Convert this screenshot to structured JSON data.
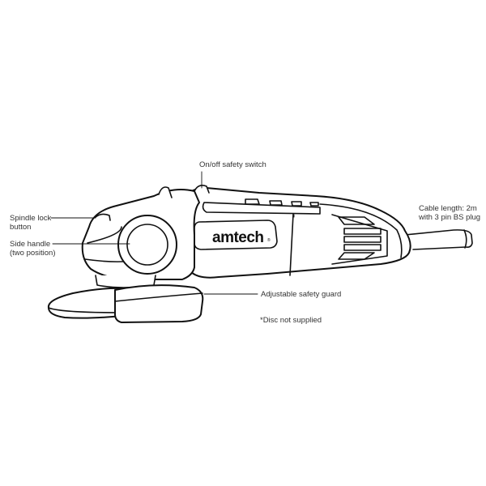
{
  "diagram": {
    "product": "Angle grinder",
    "brand": "amtech",
    "brand_mark": "®",
    "line_color": "#111111",
    "background": "#ffffff"
  },
  "labels": {
    "on_off_switch": "On/off safety switch",
    "spindle_lock_1": "Spindle lock",
    "spindle_lock_2": "button",
    "side_handle_1": "Side handle",
    "side_handle_2": "(two position)",
    "cable_1": "Cable length: 2m",
    "cable_2": "with 3 pin BS plug",
    "guard": "Adjustable safety guard",
    "disc_note": "*Disc not supplied"
  }
}
